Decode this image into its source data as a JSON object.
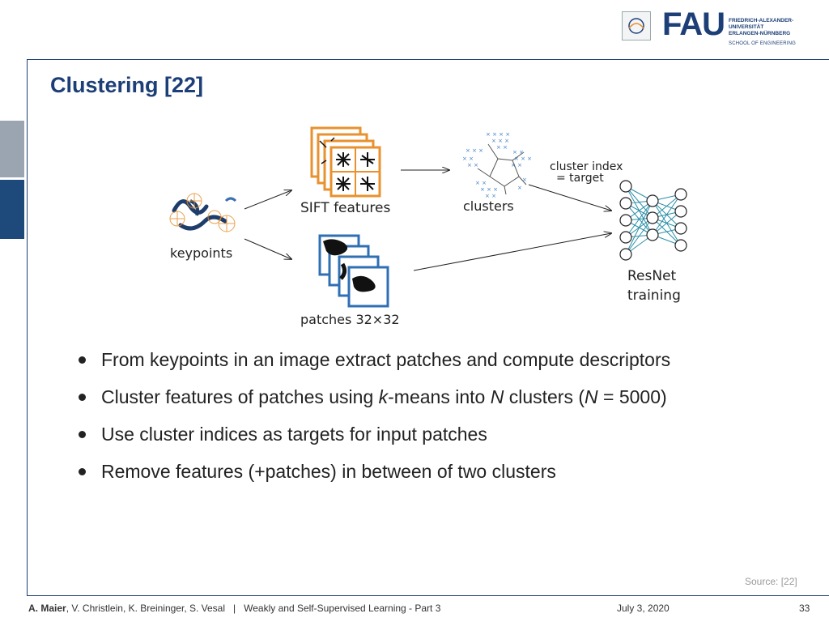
{
  "header": {
    "logo_main": "FAU",
    "logo_lines": [
      "FRIEDRICH-ALEXANDER-",
      "UNIVERSITÄT",
      "ERLANGEN-NÜRNBERG"
    ],
    "school": "SCHOOL OF ENGINEERING"
  },
  "slide": {
    "title": "Clustering [22]"
  },
  "figure": {
    "keypoints": "keypoints",
    "sift": "SIFT features",
    "patches": "patches 32×32",
    "clusters": "clusters",
    "cluster_index_1": "cluster index",
    "cluster_index_2": "= target",
    "resnet_1": "ResNet",
    "resnet_2": "training"
  },
  "bullets": [
    {
      "pre": "From keypoints in an image extract patches and compute descriptors"
    },
    {
      "pre": "Cluster features of patches using ",
      "k": "k",
      "mid": "-means into ",
      "n": "N",
      "mid2": " clusters (",
      "n2": "N",
      "post": " = 5000)"
    },
    {
      "pre": "Use cluster indices as targets for input patches"
    },
    {
      "pre": "Remove features (+patches) in between of two clusters"
    }
  ],
  "source": "Source: [22]",
  "footer": {
    "lead_author": "A. Maier",
    "other_authors": ", V. Christlein, K. Breininger, S. Vesal",
    "separator": "|",
    "lecture": "Weakly and Self-Supervised Learning - Part 3",
    "date": "July 3, 2020",
    "page": "33"
  },
  "colors": {
    "brand_blue": "#1c3f77",
    "sift_orange": "#e8912e",
    "patch_blue": "#2f6fb3",
    "cluster_blue": "#3b7fc4",
    "network_teal": "#2a8fa8"
  }
}
